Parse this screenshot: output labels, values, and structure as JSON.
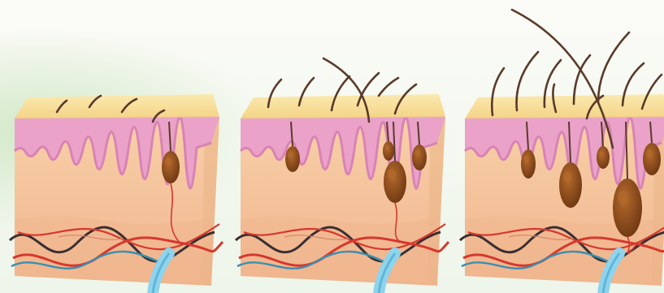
{
  "colors": {
    "background_top": "#fbfbf7",
    "background_bottom": "#eef5ea",
    "background_tint": "#cfe7c4",
    "surface_top": "#f6dc93",
    "surface_top_light": "#fbe9b0",
    "epidermis": "#eaa2c9",
    "epidermis_dark": "#d983b4",
    "dermis": "#f6c79a",
    "dermis_side": "#eab486",
    "deep_layer": "#f0b58e",
    "hair": "#5a3a2a",
    "follicle": "#8a4b1e",
    "follicle_light": "#b46a2c",
    "vessel_red": "#d6382d",
    "vessel_dark": "#3a2f33",
    "vessel_blue": "#3a8fb2",
    "nerve_blue": "#8fd3ec"
  },
  "panels": [
    {
      "name": "skin-block-sparse-hair",
      "hair_count": 4,
      "follicle_count": 1
    },
    {
      "name": "skin-block-growing-hair",
      "hair_count": 7,
      "follicle_count": 4
    },
    {
      "name": "skin-block-dense-hair",
      "hair_count": 10,
      "follicle_count": 5
    }
  ]
}
